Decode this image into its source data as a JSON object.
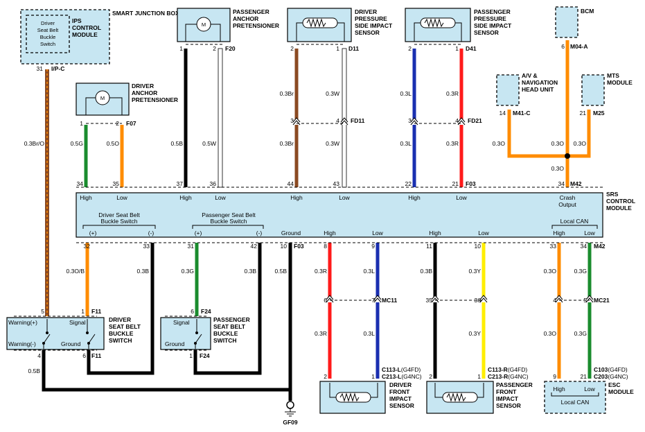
{
  "components": {
    "smart_junction_box": "SMART JUNCTION BOX",
    "ips_module_lines": [
      "IPS",
      "CONTROL",
      "MODULE"
    ],
    "buckle_inner_lines": [
      "Driver",
      "Seat Belt",
      "Buckle",
      "Switch"
    ],
    "driver_anchor": [
      "DRIVER",
      "ANCHOR",
      "PRETENSIONER"
    ],
    "passenger_anchor": [
      "PASSENGER",
      "ANCHOR",
      "PRETENSIONER"
    ],
    "driver_pressure": [
      "DRIVER",
      "PRESSURE",
      "SIDE IMPACT",
      "SENSOR"
    ],
    "passenger_pressure": [
      "PASSENGER",
      "PRESSURE",
      "SIDE IMPACT",
      "SENSOR"
    ],
    "bcm": "BCM",
    "av_nav": [
      "A/V &",
      "NAVIGATION",
      "HEAD UNIT"
    ],
    "mts": [
      "MTS",
      "MODULE"
    ],
    "srs": [
      "SRS",
      "CONTROL",
      "MODULE"
    ],
    "driver_buckle": [
      "DRIVER",
      "SEAT BELT",
      "BUCKLE",
      "SWITCH"
    ],
    "passenger_buckle": [
      "PASSENGER",
      "SEAT BELT",
      "BUCKLE",
      "SWITCH"
    ],
    "driver_front": [
      "DRIVER",
      "FRONT",
      "IMPACT",
      "SENSOR"
    ],
    "passenger_front": [
      "PASSENGER",
      "FRONT",
      "IMPACT",
      "SENSOR"
    ],
    "esc": [
      "ESC",
      "MODULE"
    ],
    "motor_symbol": "M"
  },
  "connectors": {
    "ipc": "I/P-C",
    "f07": "F07",
    "f20": "F20",
    "d11": "D11",
    "fd11": "FD11",
    "d41": "D41",
    "fd21": "FD21",
    "m04a": "M04-A",
    "m41c": "M41-C",
    "m25": "M25",
    "f03": "F03",
    "m42": "M42",
    "mc11": "MC11",
    "mc21": "MC21",
    "f11": "F11",
    "f24": "F24",
    "gf09": "GF09",
    "c113l": "C113-L",
    "c213l": "C213-L",
    "c113r": "C113-R",
    "c213r": "C213-R",
    "c103": "C103",
    "c203": "C203",
    "g4fd": "(G4FD)",
    "g4nc": "(G4NC)"
  },
  "wires": {
    "w03bro": "0.3Br/O",
    "w05g": "0.5G",
    "w05o": "0.5O",
    "w05b": "0.5B",
    "w05w": "0.5W",
    "w03br": "0.3Br",
    "w03w": "0.3W",
    "w03l": "0.3L",
    "w03r": "0.3R",
    "w03o": "0.3O",
    "w03ob": "0.3O/B",
    "w03b": "0.3B",
    "w03g": "0.3G",
    "w03y": "0.3Y"
  },
  "pins": {
    "p1": "1",
    "p2": "2",
    "p3": "3",
    "p4": "4",
    "p5": "5",
    "p6": "6",
    "p7": "7",
    "p8": "8",
    "p9": "9",
    "p10": "10",
    "p11": "11",
    "p14": "14",
    "p21": "21",
    "p22": "22",
    "p31": "31",
    "p32": "32",
    "p33": "33",
    "p34": "34",
    "p35": "35",
    "p36": "36",
    "p37": "37",
    "p42": "42",
    "p43": "43",
    "p44": "44"
  },
  "labels": {
    "high": "High",
    "low": "Low",
    "crash": "Crash",
    "output": "Output",
    "ground": "Ground",
    "local_can": "Local CAN",
    "drv_buckle_hdr": [
      "Driver Seat Belt",
      "Buckle Switch"
    ],
    "pas_buckle_hdr": [
      "Passenger Seat Belt",
      "Buckle Switch"
    ],
    "plus": "(+)",
    "minus": "(-)",
    "warning_plus": "Warning(+)",
    "warning_minus": "Warning(-)",
    "signal": "Signal"
  },
  "colors": {
    "brown": "#8b4a22",
    "green": "#1a8c2e",
    "orange": "#ff8c00",
    "black": "#000000",
    "white": "#ffffff",
    "blue": "#1a2fb0",
    "red": "#ff1a1a",
    "yellow": "#ffee00",
    "module_fill": "#c7e6f2"
  }
}
